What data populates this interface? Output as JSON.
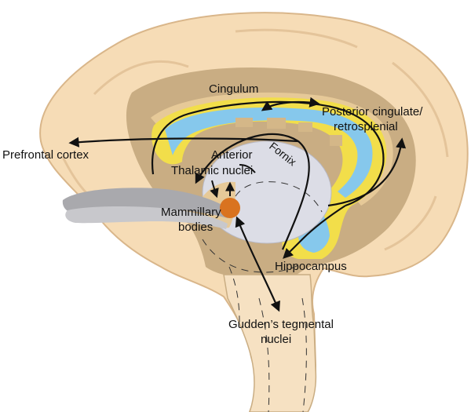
{
  "labels": {
    "cingulum": "Cingulum",
    "posterior_cingulate_line1": "Posterior cingulate/",
    "posterior_cingulate_line2": "retrosplenial",
    "prefrontal_cortex": "Prefrontal cortex",
    "fornix": "Fornix",
    "anterior_line1": "Anterior",
    "anterior_line2": "Thalamic nuclei",
    "mammillary_line1": "Mammillary",
    "mammillary_line2": "bodies",
    "hippocampus": "Hippocampus",
    "guddens_line1": "Gudden’s tegmental",
    "guddens_line2": "nuclei"
  },
  "colors": {
    "cortex": "#f6dcb6",
    "cortex_outline": "#d9b68a",
    "inner_region": "#c9ad83",
    "cingulate_band": "#e6c998",
    "corpus_callosum_yellow": "#f2de4a",
    "ventricle_blue": "#86c8ec",
    "thalamus": "#dcdde6",
    "mammillary_orange": "#d9731f",
    "olfactory_gray": "#a9a9ad",
    "arrow": "#111111"
  }
}
